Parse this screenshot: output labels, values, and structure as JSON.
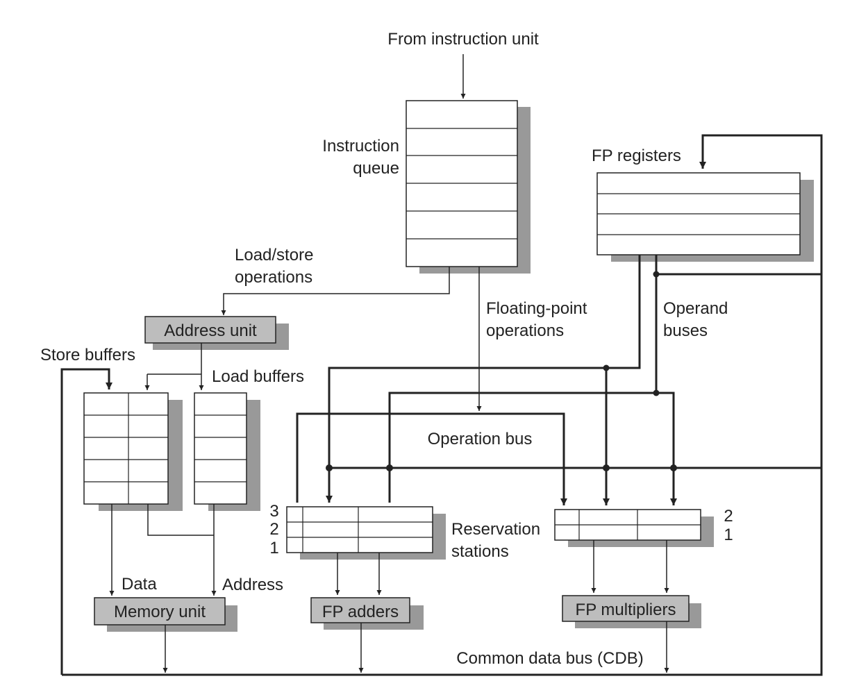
{
  "colors": {
    "unit_fill": "#bdbdbd",
    "shadow": "#999999",
    "line": "#222222",
    "background": "#ffffff"
  },
  "labels": {
    "from_instruction_unit": "From instruction unit",
    "instruction_queue_line1": "Instruction",
    "instruction_queue_line2": "queue",
    "fp_registers": "FP registers",
    "load_store_line1": "Load/store",
    "load_store_line2": "operations",
    "address_unit": "Address unit",
    "store_buffers": "Store buffers",
    "load_buffers": "Load buffers",
    "fp_ops_line1": "Floating-point",
    "fp_ops_line2": "operations",
    "operand_buses_line1": "Operand",
    "operand_buses_line2": "buses",
    "operation_bus": "Operation bus",
    "reservation_stations_line1": "Reservation",
    "reservation_stations_line2": "stations",
    "data": "Data",
    "address": "Address",
    "memory_unit": "Memory unit",
    "fp_adders": "FP adders",
    "fp_multipliers": "FP multipliers",
    "cdb": "Common data bus (CDB)"
  },
  "adder_station_numbers": [
    "3",
    "2",
    "1"
  ],
  "multiplier_station_numbers": [
    "2",
    "1"
  ]
}
